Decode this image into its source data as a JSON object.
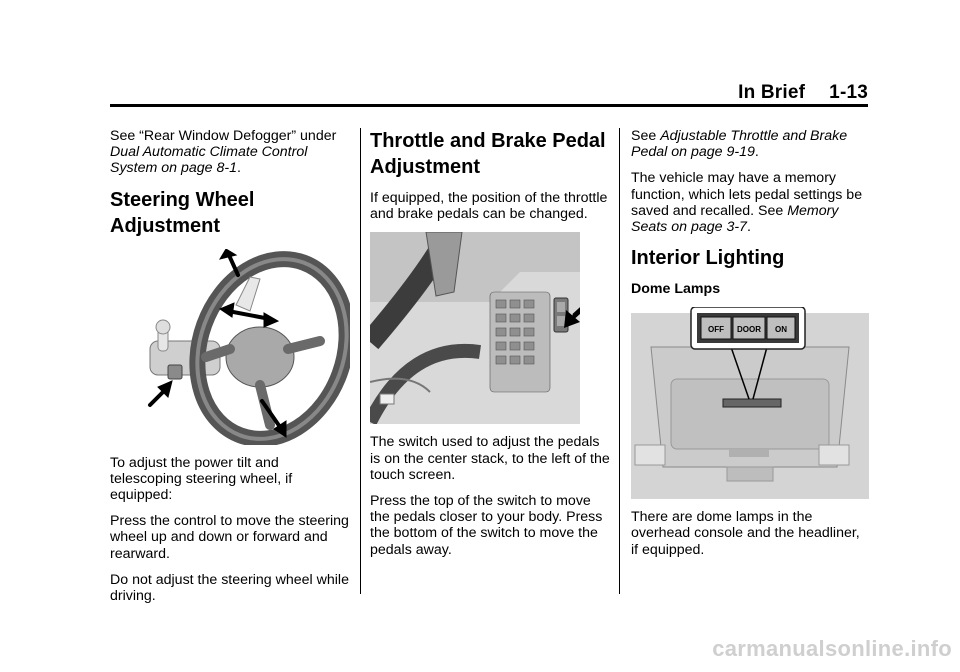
{
  "header": {
    "section": "In Brief",
    "page": "1-13"
  },
  "col1": {
    "intro_pre": "See “Rear Window Defogger” under",
    "intro_ref": "Dual Automatic Climate Control System on page 8-1",
    "intro_post": ".",
    "heading": "Steering Wheel Adjustment",
    "p1": "To adjust the power tilt and telescoping steering wheel, if equipped:",
    "p2": "Press the control to move the steering wheel up and down or forward and rearward.",
    "p3": "Do not adjust the steering wheel while driving."
  },
  "col2": {
    "heading": "Throttle and Brake Pedal Adjustment",
    "p1": "If equipped, the position of the throttle and brake pedals can be changed.",
    "p2": "The switch used to adjust the pedals is on the center stack, to the left of the touch screen.",
    "p3": "Press the top of the switch to move the pedals closer to your body. Press the bottom of the switch to move the pedals away."
  },
  "col3": {
    "see_pre": "See",
    "see_ref": "Adjustable Throttle and Brake Pedal on page 9-19",
    "see_post": ".",
    "p_mem_pre": "The vehicle may have a memory function, which lets pedal settings be saved and recalled. See",
    "p_mem_ref": "Memory Seats on page 3-7",
    "p_mem_post": ".",
    "heading": "Interior Lighting",
    "subheading": "Dome Lamps",
    "p_dome": "There are dome lamps in the overhead console and the headliner, if equipped."
  },
  "dome_panel": {
    "off": "OFF",
    "door": "DOOR",
    "on": "ON"
  },
  "watermark": "carmanualsonline.info"
}
